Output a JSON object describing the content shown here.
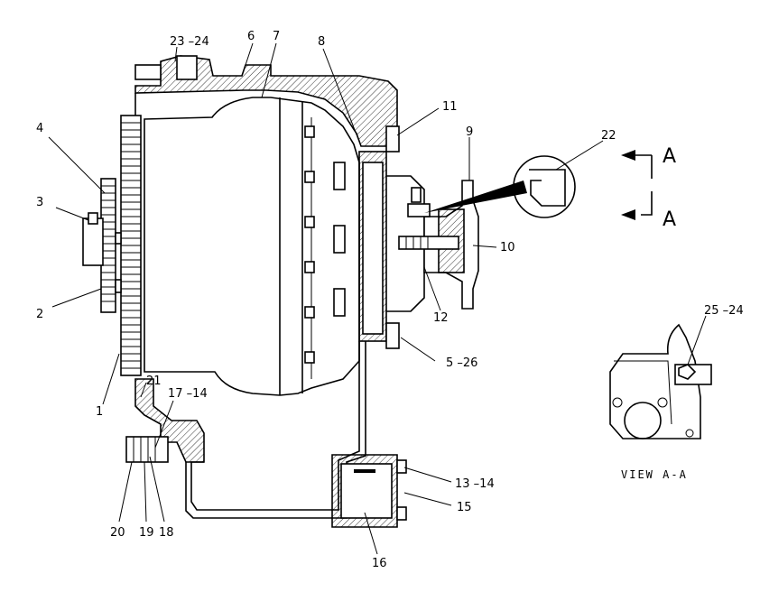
{
  "callouts": {
    "c1": "1",
    "c2": "2",
    "c3": "3",
    "c4": "4",
    "c5": "5 –26",
    "c6": "6",
    "c7": "7",
    "c8": "8",
    "c9": "9",
    "c10": "10",
    "c11": "11",
    "c12": "12",
    "c13": "13 –14",
    "c15": "15",
    "c16": "16",
    "c17": "17 –14",
    "c18": "18",
    "c19": "19",
    "c20": "20",
    "c21": "21",
    "c22": "22",
    "c23": "23 –24",
    "c25": "25 –24"
  },
  "section": {
    "top": "A",
    "bottom": "A"
  },
  "view_label": "VIEW A-A"
}
